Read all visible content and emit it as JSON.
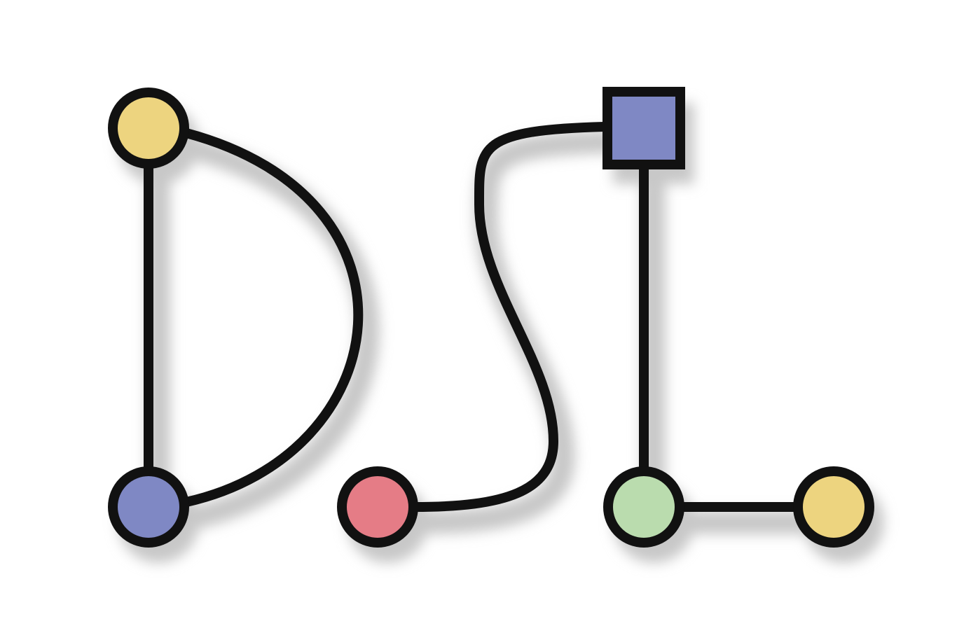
{
  "logo": {
    "letters": [
      "D",
      "S",
      "L"
    ],
    "style": "graph-nodes-and-edges",
    "colors": {
      "stroke": "#111111",
      "background": "#ffffff",
      "shadow": "#c8c8c8",
      "yellow": "#EDD47F",
      "blue": "#7F88C4",
      "red": "#E57C86",
      "green": "#BADCAE"
    },
    "nodes": [
      {
        "id": "d-top",
        "letter": "D",
        "shape": "circle",
        "color": "yellow"
      },
      {
        "id": "d-bottom",
        "letter": "D",
        "shape": "circle",
        "color": "blue"
      },
      {
        "id": "s-end",
        "letter": "S",
        "shape": "circle",
        "color": "red"
      },
      {
        "id": "l-top",
        "letter": "L",
        "shape": "square",
        "color": "blue"
      },
      {
        "id": "l-corner",
        "letter": "L",
        "shape": "circle",
        "color": "green"
      },
      {
        "id": "l-end",
        "letter": "L",
        "shape": "circle",
        "color": "yellow"
      }
    ],
    "edges": [
      {
        "from": "d-top",
        "to": "d-bottom",
        "kind": "straight"
      },
      {
        "from": "d-top",
        "to": "d-bottom",
        "kind": "arc"
      },
      {
        "from": "l-top",
        "to": "s-end",
        "kind": "s-curve"
      },
      {
        "from": "l-top",
        "to": "l-corner",
        "kind": "straight"
      },
      {
        "from": "l-corner",
        "to": "l-end",
        "kind": "straight"
      }
    ]
  }
}
